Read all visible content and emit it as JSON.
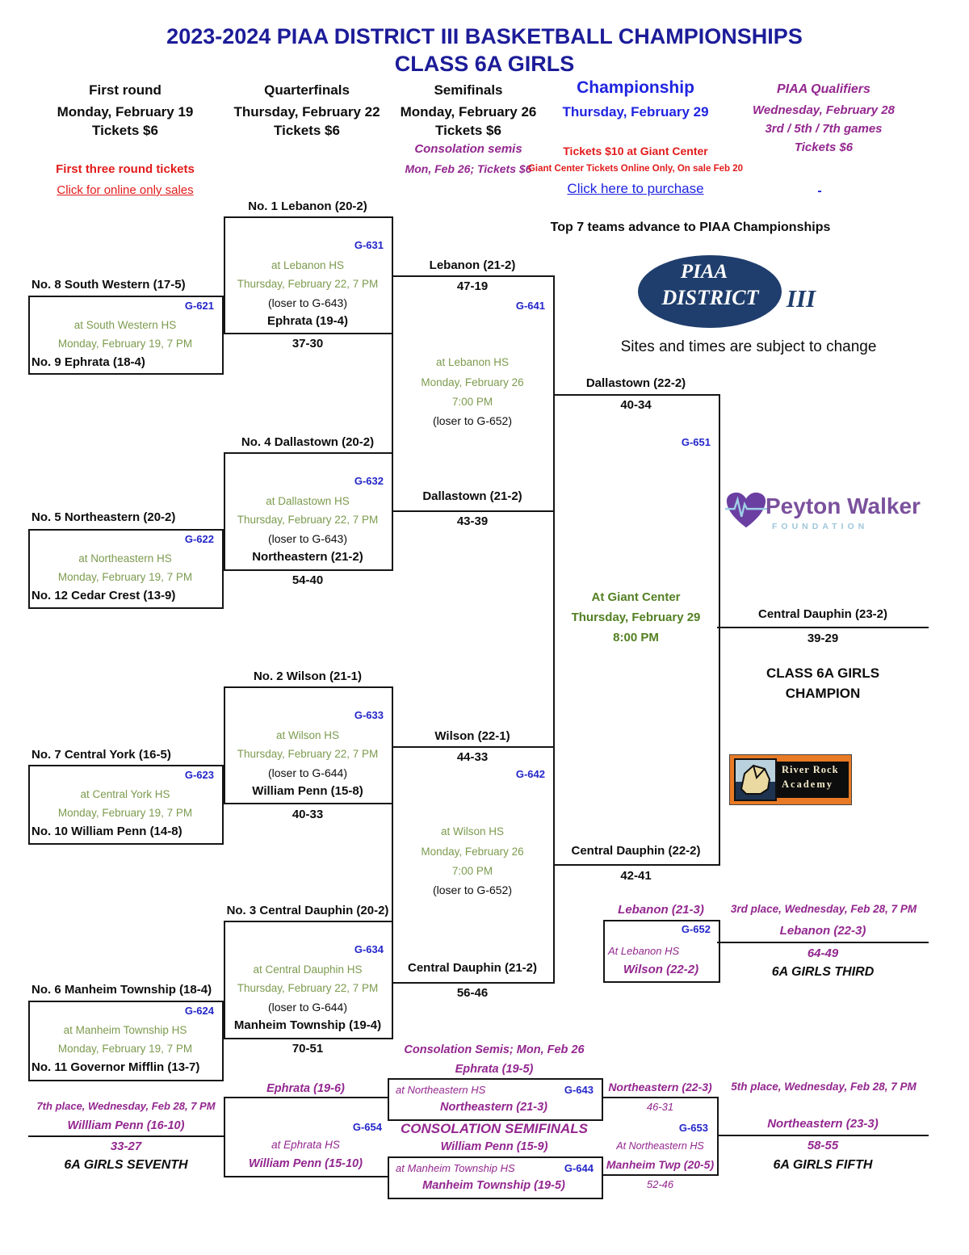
{
  "colors": {
    "title_navy": "#1c1c99",
    "championship_blue": "#1f24e0",
    "alert_red": "#e21b1b",
    "venue_green": "#7d9b4f",
    "final_green": "#538023",
    "game_number_blue": "#2326c9",
    "consolation_purple": "#93278f",
    "piaa_logo_navy": "#1f3e6d",
    "peyton_purple": "#7b519d",
    "river_rock_orange": "#e87a25"
  },
  "title": {
    "line1": "2023-2024 PIAA DISTRICT III BASKETBALL CHAMPIONSHIPS",
    "line2": "CLASS 6A GIRLS"
  },
  "columns": {
    "first_round": {
      "title": "First round",
      "date": "Monday, February 19",
      "tickets": "Tickets $6",
      "note1": "First three round tickets",
      "link": "Click for online only sales"
    },
    "quarterfinals": {
      "title": "Quarterfinals",
      "date": "Thursday, February 22",
      "tickets": "Tickets $6"
    },
    "semifinals": {
      "title": "Semifinals",
      "date": "Monday, February 26",
      "tickets": "Tickets $6",
      "note1": "Consolation semis",
      "note2": "Mon, Feb 26; Tickets $6"
    },
    "championship": {
      "title": "Championship",
      "date": "Thursday, February 29",
      "note1": "Tickets $10 at Giant Center",
      "note2": "Giant Center Tickets Online Only, On sale Feb 20",
      "link": "Click here to purchase",
      "dash": "-"
    },
    "qualifiers": {
      "title": "PIAA Qualifiers",
      "date": "Wednesday, February 28",
      "games": "3rd / 5th / 7th  games",
      "tickets": "Tickets $6"
    }
  },
  "notes": {
    "advance": "Top 7 teams advance to PIAA Championships",
    "sites": "Sites and times are subject to change"
  },
  "logos": {
    "piaa_district": {
      "line1": "PIAA",
      "line2": "DISTRICT",
      "line3": "III"
    },
    "peyton_walker": {
      "name": "Peyton Walker",
      "subtitle": "FOUNDATION"
    },
    "river_rock": {
      "line1": "River Rock",
      "line2": "Academy"
    }
  },
  "bracket": {
    "g621": {
      "id": "G-621",
      "team_top": "No. 8 South Western (17-5)",
      "venue": "at South Western HS",
      "datetime": "Monday, February 19, 7 PM",
      "team_bottom": "No. 9 Ephrata (18-4)"
    },
    "g622": {
      "id": "G-622",
      "team_top": "No. 5 Northeastern (20-2)",
      "venue": "at Northeastern HS",
      "datetime": "Monday, February 19, 7 PM",
      "team_bottom": "No. 12 Cedar Crest (13-9)"
    },
    "g623": {
      "id": "G-623",
      "team_top": "No. 7 Central York (16-5)",
      "venue": "at Central York HS",
      "datetime": "Monday, February 19, 7 PM",
      "team_bottom": "No. 10 William Penn (14-8)"
    },
    "g624": {
      "id": "G-624",
      "team_top": "No. 6 Manheim Township (18-4)",
      "venue": "at Manheim Township HS",
      "datetime": "Monday, February 19, 7 PM",
      "team_bottom": "No. 11 Governor Mifflin (13-7)"
    },
    "g631": {
      "id": "G-631",
      "team_top": "No. 1 Lebanon (20-2)",
      "venue": "at Lebanon HS",
      "datetime": "Thursday, February 22, 7 PM",
      "loser_note": "(loser to G-643)",
      "team_bottom": "Ephrata (19-4)",
      "score": "37-30"
    },
    "g632": {
      "id": "G-632",
      "team_top": "No. 4 Dallastown (20-2)",
      "venue": "at Dallastown HS",
      "datetime": "Thursday, February 22, 7 PM",
      "loser_note": "(loser to G-643)",
      "team_bottom": "Northeastern (21-2)",
      "score": "54-40"
    },
    "g633": {
      "id": "G-633",
      "team_top": "No. 2 Wilson (21-1)",
      "venue": "at Wilson HS",
      "datetime": "Thursday, February 22, 7 PM",
      "loser_note": "(loser to G-644)",
      "team_bottom": "William Penn (15-8)",
      "score": "40-33"
    },
    "g634": {
      "id": "G-634",
      "team_top": "No. 3 Central Dauphin (20-2)",
      "venue": "at Central Dauphin HS",
      "datetime": "Thursday, February 22, 7 PM",
      "loser_note": "(loser to G-644)",
      "team_bottom": "Manheim Township (19-4)",
      "score": "70-51"
    },
    "g641": {
      "id": "G-641",
      "team_top": "Lebanon (21-2)",
      "score_top": "47-19",
      "venue": "at Lebanon HS",
      "date": "Monday, February 26",
      "time": "7:00 PM",
      "loser_note": "(loser to G-652)",
      "team_bottom": "Dallastown (21-2)",
      "score_bottom": "43-39"
    },
    "g642": {
      "id": "G-642",
      "team_top": "Wilson (22-1)",
      "score_top": "44-33",
      "venue": "at Wilson HS",
      "date": "Monday, February 26",
      "time": "7:00 PM",
      "loser_note": "(loser to G-652)",
      "team_bottom": "Central Dauphin (21-2)",
      "score_bottom": "56-46"
    },
    "g651": {
      "id": "G-651",
      "team_top": "Dallastown (22-2)",
      "score_top": "40-34",
      "venue": "At Giant Center",
      "date": "Thursday, February 29",
      "time": "8:00 PM",
      "team_bottom": "Central Dauphin (22-2)",
      "score_bottom": "42-41",
      "winner": "Central Dauphin (23-2)",
      "winner_score": "39-29",
      "champion_line1": "CLASS 6A GIRLS",
      "champion_line2": "CHAMPION"
    },
    "g652": {
      "id": "G-652",
      "note": "3rd place, Wednesday, Feb 28, 7 PM",
      "team_top": "Lebanon (21-3)",
      "venue": "At Lebanon HS",
      "team_bottom": "Wilson (22-2)",
      "winner": "Lebanon (22-3)",
      "winner_score": "64-49",
      "place": "6A GIRLS THIRD"
    },
    "consolation": {
      "header1": "Consolation Semis; Mon, Feb 26",
      "header2": "CONSOLATION SEMIFINALS"
    },
    "g643": {
      "id": "G-643",
      "team_top": "Ephrata (19-5)",
      "venue": "at Northeastern HS",
      "winner": "Northeastern (21-3)"
    },
    "g644": {
      "id": "G-644",
      "team_top": "William Penn (15-9)",
      "venue": "at Manheim Township HS",
      "winner": "Manheim Township (19-5)"
    },
    "g653": {
      "id": "G-653",
      "note": "5th place, Wednesday, Feb 28, 7 PM",
      "team_top": "Northeastern (22-3)",
      "score_top": "46-31",
      "venue": "At Northeastern HS",
      "team_bottom": "Manheim Twp (20-5)",
      "score_bottom": "52-46",
      "winner": "Northeastern (23-3)",
      "winner_score": "58-55",
      "place": "6A GIRLS FIFTH"
    },
    "g654": {
      "id": "G-654",
      "note": "7th place, Wednesday, Feb 28, 7 PM",
      "team_top": "Ephrata (19-6)",
      "venue": "at Ephrata HS",
      "team_bottom": "William Penn (15-10)",
      "winner": "Willliam Penn (16-10)",
      "winner_score": "33-27",
      "place": "6A GIRLS SEVENTH"
    }
  }
}
